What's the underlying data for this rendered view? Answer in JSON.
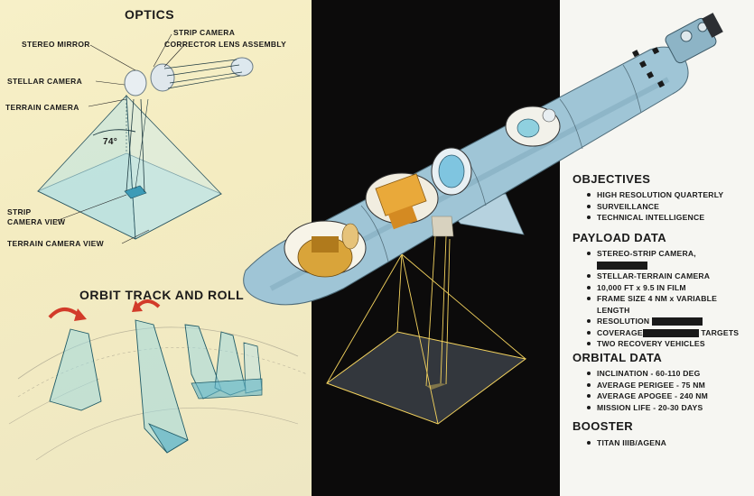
{
  "optics": {
    "title": "OPTICS",
    "labels": {
      "stereo_mirror": "STEREO MIRROR",
      "strip_camera": "STRIP CAMERA",
      "corrector_lens": "CORRECTOR LENS ASSEMBLY",
      "stellar_camera": "STELLAR CAMERA",
      "terrain_camera": "TERRAIN CAMERA",
      "angle": "74°",
      "strip_view_1": "STRIP",
      "strip_view_2": "CAMERA VIEW",
      "terrain_view": "TERRAIN CAMERA VIEW"
    }
  },
  "orbit": {
    "title": "ORBIT TRACK AND ROLL"
  },
  "objectives": {
    "title": "OBJECTIVES",
    "items": [
      "HIGH RESOLUTION QUARTERLY",
      "SURVEILLANCE",
      "TECHNICAL INTELLIGENCE"
    ]
  },
  "payload": {
    "title": "PAYLOAD DATA",
    "items": [
      "STEREO-STRIP CAMERA,",
      "STELLAR-TERRAIN CAMERA",
      "10,000 FT x 9.5 IN FILM",
      "FRAME SIZE 4 NM x VARIABLE",
      "LENGTH",
      "RESOLUTION",
      "COVERAGE",
      "TARGETS",
      "TWO RECOVERY VEHICLES"
    ]
  },
  "orbital": {
    "title": "ORBITAL DATA",
    "items": [
      "INCLINATION - 60-110 DEG",
      "AVERAGE PERIGEE - 75 NM",
      "AVERAGE APOGEE - 240 NM",
      "MISSION LIFE - 20-30 DAYS"
    ]
  },
  "booster": {
    "title": "BOOSTER",
    "items": [
      "TITAN IIIB/AGENA"
    ]
  },
  "colors": {
    "cream": "#f4ecc1",
    "black": "#0c0b0b",
    "cyan": "#8fd0df",
    "steel": "#a9c7d6",
    "gold": "#d9a43a"
  }
}
